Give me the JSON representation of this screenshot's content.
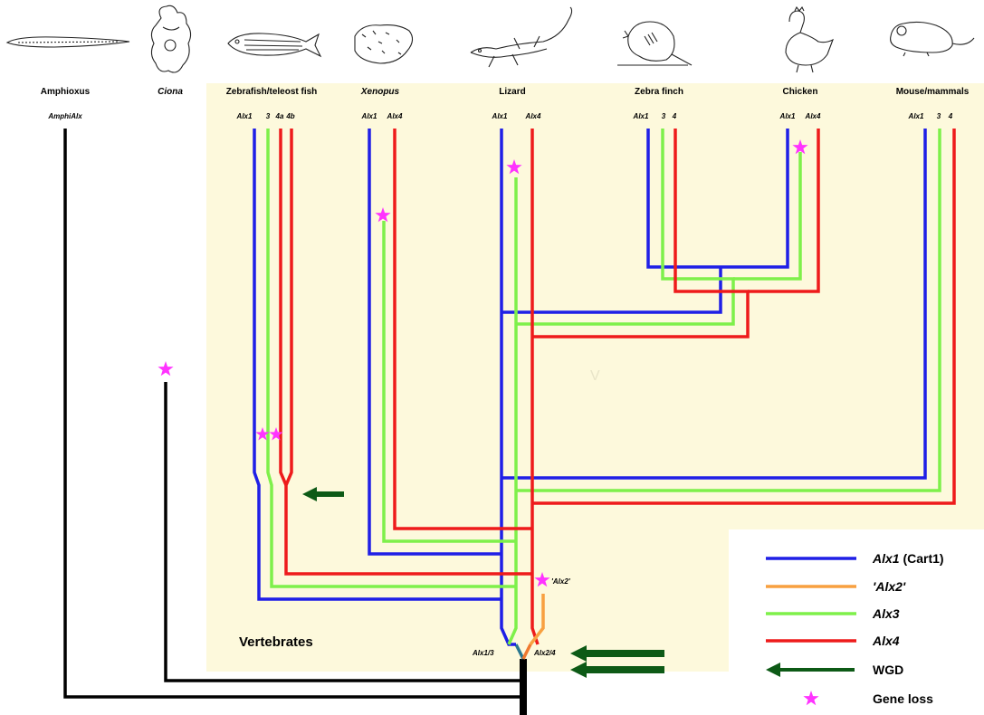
{
  "species": [
    {
      "id": "amphioxus",
      "label": "Amphioxus",
      "italic": false
    },
    {
      "id": "ciona",
      "label": "Ciona",
      "italic": true
    },
    {
      "id": "zebrafish",
      "label": "Zebrafish/teleost fish",
      "italic": false
    },
    {
      "id": "xenopus",
      "label": "Xenopus",
      "italic": true
    },
    {
      "id": "lizard",
      "label": "Lizard",
      "italic": false
    },
    {
      "id": "zebrafinch",
      "label": "Zebra finch",
      "italic": false
    },
    {
      "id": "chicken",
      "label": "Chicken",
      "italic": false
    },
    {
      "id": "mouse",
      "label": "Mouse/mammals",
      "italic": false
    }
  ],
  "gene_labels": {
    "amphioxus": "AmphiAlx",
    "zebrafish": [
      "Alx1",
      "3",
      "4a",
      "4b"
    ],
    "xenopus": [
      "Alx1",
      "Alx4"
    ],
    "lizard": [
      "Alx1",
      "Alx4"
    ],
    "zebrafinch": [
      "Alx1",
      "3",
      "4"
    ],
    "chicken": [
      "Alx1",
      "Alx4"
    ],
    "mouse": [
      "Alx1",
      "3",
      "4"
    ]
  },
  "node_labels": {
    "alx13": "Alx1/3",
    "alx24": "Alx2/4",
    "alx2_loss": "'Alx2'"
  },
  "vertebrates_label": "Vertebrates",
  "v_mark": "V",
  "colors": {
    "panel_bg": "#fdf9dc",
    "alx1": "#1f1fe6",
    "alx2": "#f8a040",
    "alx3": "#7ef04a",
    "alx4": "#ee1b1b",
    "wgd": "#0d5a16",
    "gene_loss": "#ff33ff"
  },
  "legend": [
    {
      "key": "alx1",
      "label_italic": "Alx1",
      "label_rest": " (Cart1)",
      "type": "line"
    },
    {
      "key": "alx2",
      "label_italic": "'Alx2'",
      "label_rest": "",
      "type": "line"
    },
    {
      "key": "alx3",
      "label_italic": "Alx3",
      "label_rest": "",
      "type": "line"
    },
    {
      "key": "alx4",
      "label_italic": "Alx4",
      "label_rest": "",
      "type": "line"
    },
    {
      "key": "wgd",
      "label_italic": "",
      "label_rest": "WGD",
      "type": "arrow"
    },
    {
      "key": "gene_loss",
      "label_italic": "",
      "label_rest": "Gene loss",
      "type": "star"
    }
  ],
  "illustration_icons": [
    "amphioxus-illustration",
    "ciona-illustration",
    "zebrafish-illustration",
    "xenopus-illustration",
    "lizard-illustration",
    "zebrafinch-illustration",
    "chicken-illustration",
    "mouse-illustration"
  ]
}
